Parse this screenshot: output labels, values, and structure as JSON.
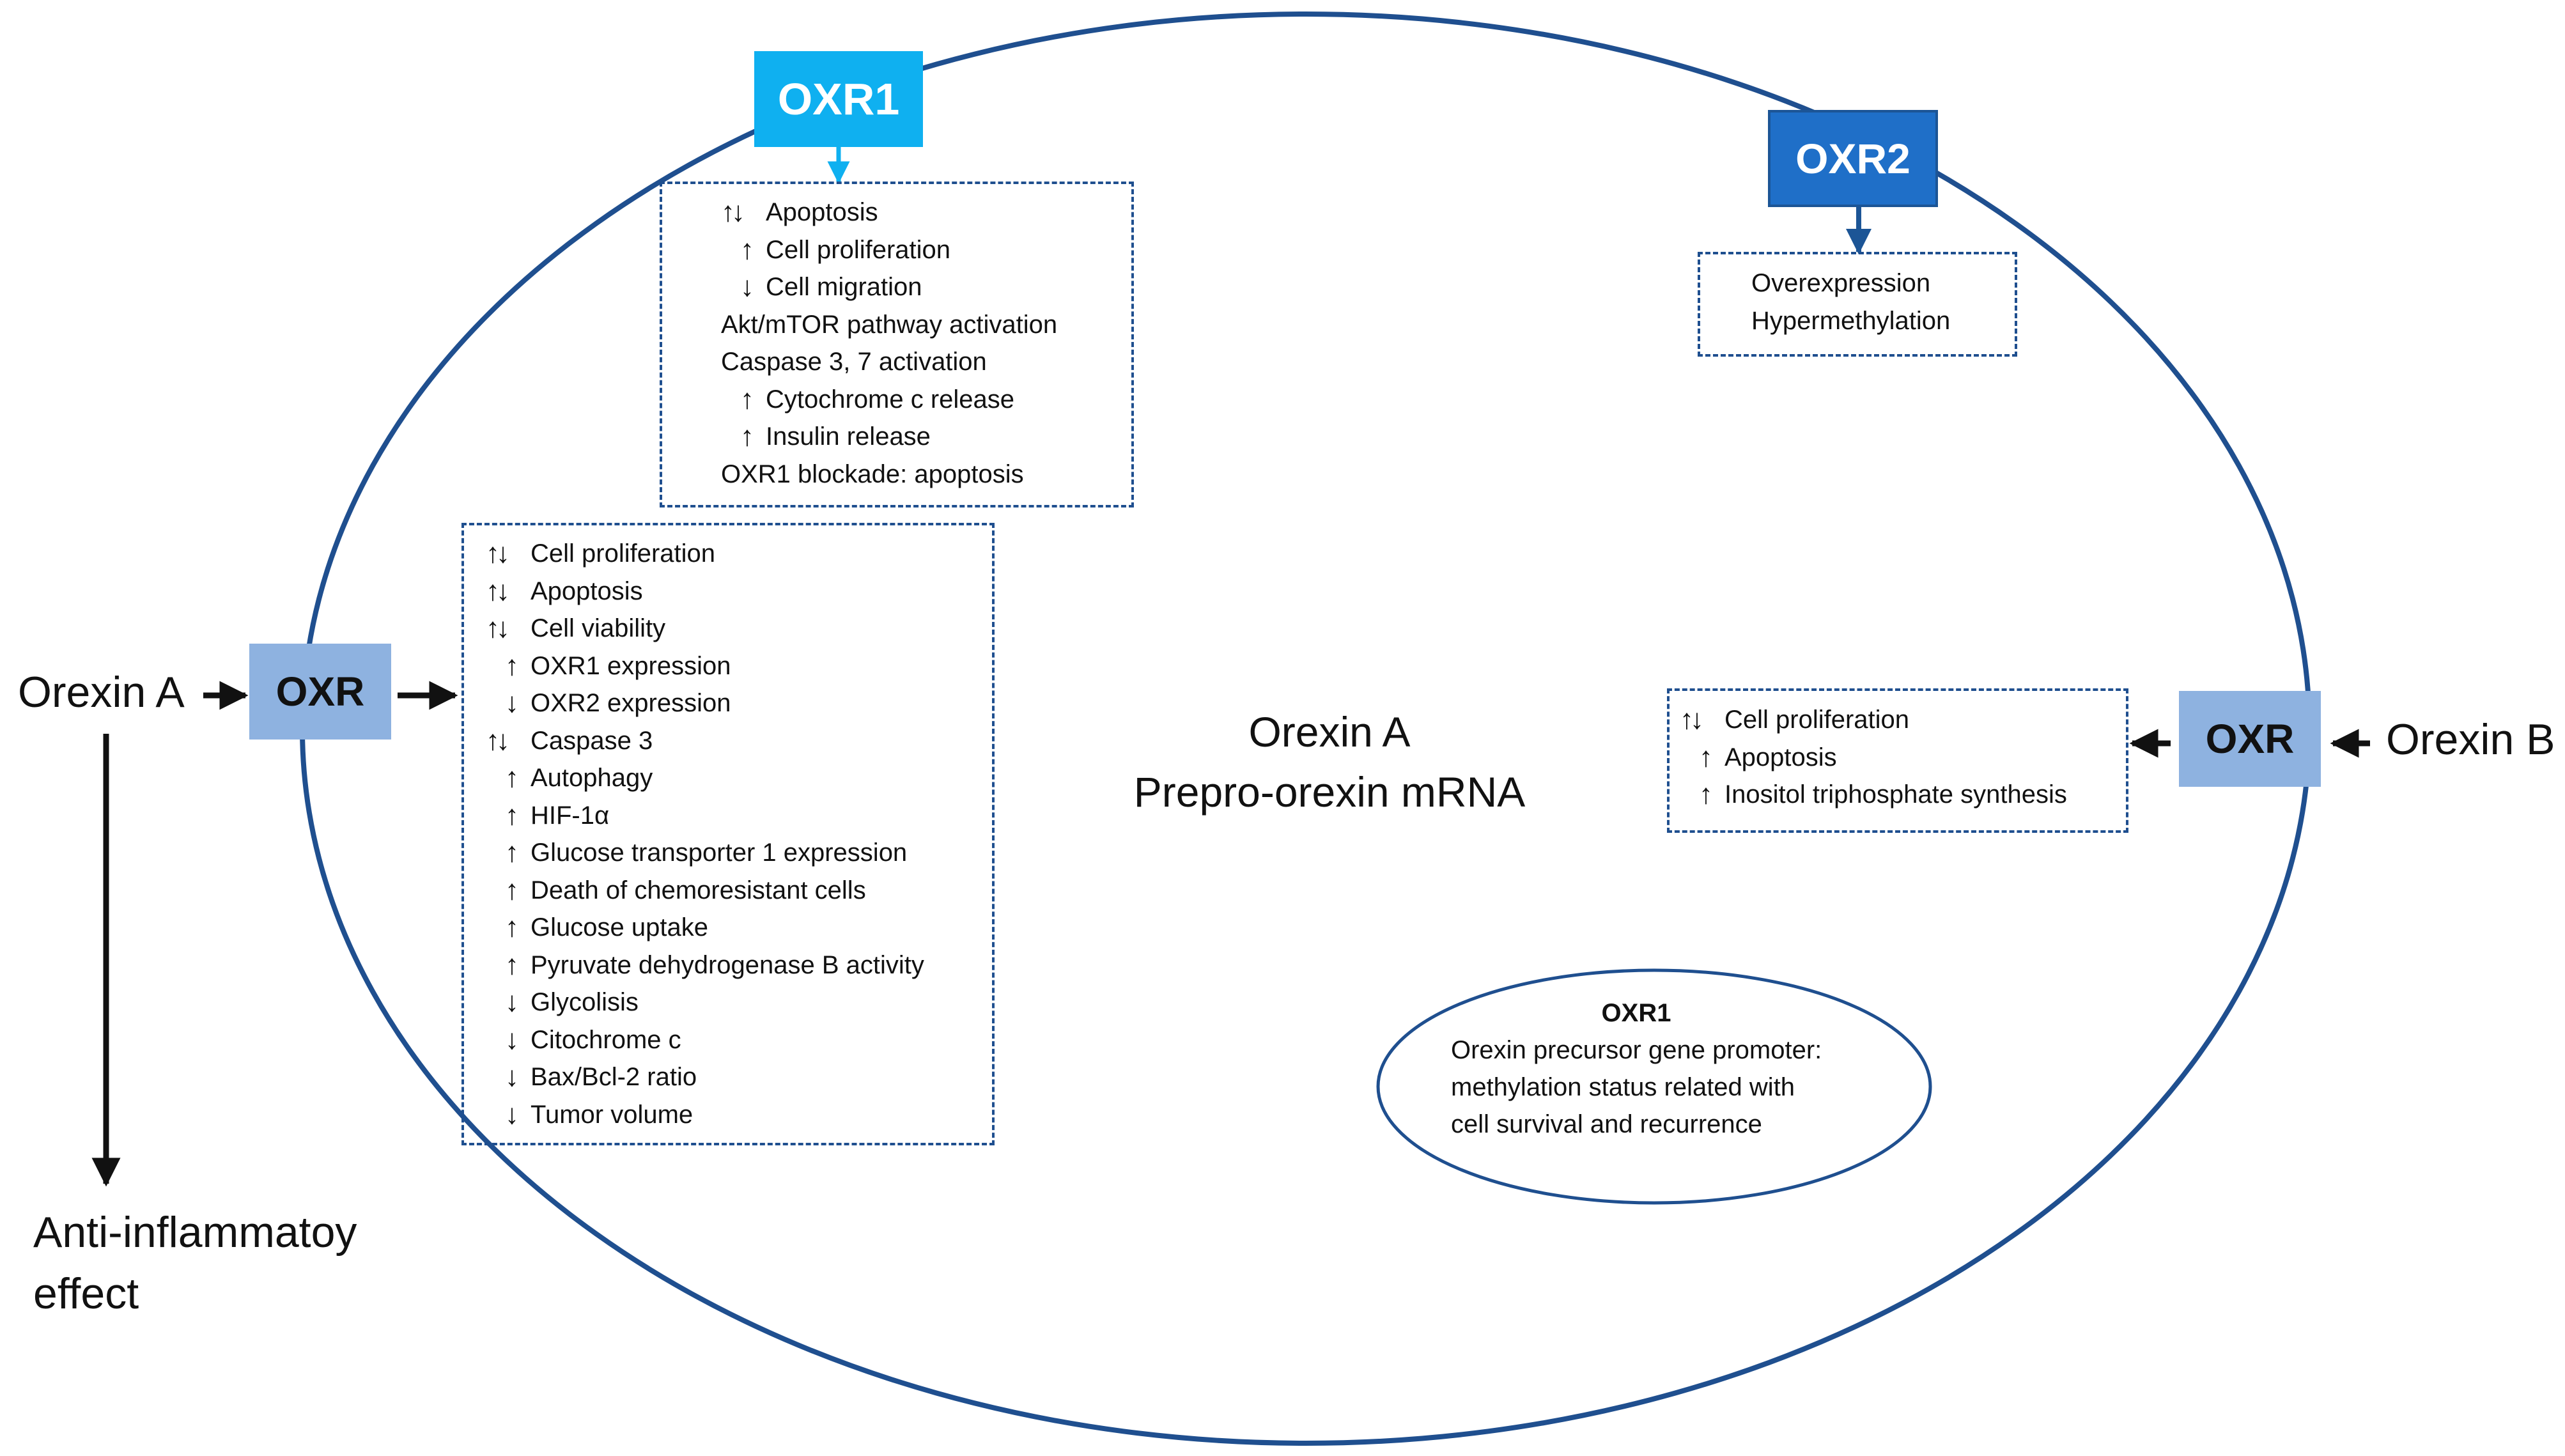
{
  "receptors": {
    "oxr1_top": "OXR1",
    "oxr2_top": "OXR2",
    "oxr_left": "OXR",
    "oxr_right": "OXR"
  },
  "ligands": {
    "left": "Orexin A",
    "right": "Orexin B"
  },
  "outside": {
    "effect_line1": "Anti-inflammatoy",
    "effect_line2": "effect"
  },
  "center": {
    "line1": "Orexin A",
    "line2": "Prepro-orexin mRNA"
  },
  "oxr1_effects": [
    {
      "arrow": "↑↓",
      "text": "Apoptosis"
    },
    {
      "arrow": "↑",
      "text": "Cell proliferation"
    },
    {
      "arrow": "↓",
      "text": "Cell migration"
    },
    {
      "arrow": "",
      "text": "Akt/mTOR pathway activation"
    },
    {
      "arrow": "",
      "text": "Caspase 3, 7 activation"
    },
    {
      "arrow": "↑",
      "text": "Cytochrome c release"
    },
    {
      "arrow": "↑",
      "text": "Insulin release"
    },
    {
      "arrow": "",
      "text": "OXR1 blockade: apoptosis"
    }
  ],
  "oxr2_effects": [
    {
      "text": "Overexpression"
    },
    {
      "text": "Hypermethylation"
    }
  ],
  "left_effects": [
    {
      "arrow": "↑↓",
      "text": "Cell proliferation"
    },
    {
      "arrow": "↑↓",
      "text": "Apoptosis"
    },
    {
      "arrow": "↑↓",
      "text": "Cell viability"
    },
    {
      "arrow": "↑",
      "text": "OXR1 expression"
    },
    {
      "arrow": "↓",
      "text": "OXR2 expression"
    },
    {
      "arrow": "↑↓",
      "text": "Caspase 3"
    },
    {
      "arrow": "↑",
      "text": "Autophagy"
    },
    {
      "arrow": "↑",
      "text": "HIF-1α"
    },
    {
      "arrow": "↑",
      "text": "Glucose transporter 1 expression"
    },
    {
      "arrow": "↑",
      "text": "Death of chemoresistant cells"
    },
    {
      "arrow": "↑",
      "text": "Glucose uptake"
    },
    {
      "arrow": "↑",
      "text": "Pyruvate dehydrogenase B activity"
    },
    {
      "arrow": "↓",
      "text": "Glycolisis"
    },
    {
      "arrow": "↓",
      "text": "Citochrome c"
    },
    {
      "arrow": "↓",
      "text": "Bax/Bcl-2 ratio"
    },
    {
      "arrow": "↓",
      "text": "Tumor volume"
    }
  ],
  "right_effects": [
    {
      "arrow": "↑↓",
      "text": "Cell proliferation"
    },
    {
      "arrow": "↑",
      "text": "Apoptosis"
    },
    {
      "arrow": "↑",
      "text": "Inositol triphosphate synthesis"
    }
  ],
  "inner_oval": {
    "title": "OXR1",
    "line1": "Orexin precursor gene promoter:",
    "line2": "methylation status related with",
    "line3": "cell survival and recurrence"
  },
  "colors": {
    "cell_membrane": "#1f4f8f",
    "oxr1_fill": "#0fb0f0",
    "oxr2_fill": "#1f6fc8",
    "oxr_fill": "#8eb2e0",
    "dashed_border": "#1f4f8f"
  }
}
